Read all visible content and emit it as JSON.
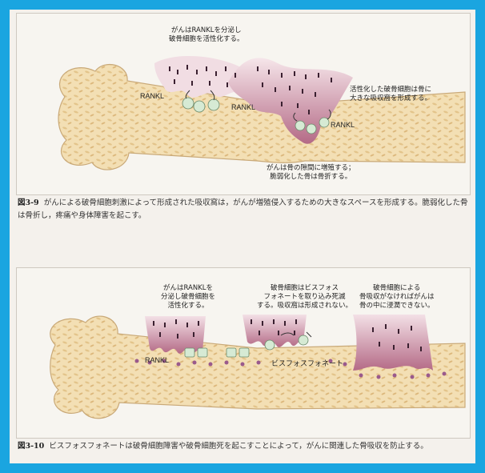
{
  "figure1": {
    "annotations": {
      "cancer_secretes": [
        "がんはRANKLを分泌し",
        "破骨細胞を活性化する。"
      ],
      "activated": [
        "活性化した破骨細胞は骨に",
        "大きな吸収窩を形成する。"
      ],
      "proliferate": [
        "がんは骨の隙間に増殖する；",
        "脆弱化した骨は骨折する。"
      ],
      "rankl_1": "RANKL",
      "rankl_2": "RANKL",
      "rankl_3": "RANKL"
    },
    "caption_number": "図3-9",
    "caption_text": "がんによる破骨細胞刺激によって形成された吸収窩は，がんが増殖侵入するための大きなスペースを形成する。脆弱化した骨は骨折し，疼痛や身体障害を起こす。"
  },
  "figure2": {
    "annotations": {
      "cancer_secretes": [
        "がんはRANKLを",
        "分泌し破骨細胞を",
        "活性化する。"
      ],
      "bisphosphonate_uptake": [
        "破骨細胞はビスフォス",
        "フォネートを取り込み死滅",
        "する。吸収窩は形成されない。"
      ],
      "no_resorption": [
        "破骨細胞による",
        "骨吸収がなければがんは",
        "骨の中に浸潤できない。"
      ],
      "rankl": "RANKL",
      "bisphosphonate": "ビスフォスフォネート"
    },
    "caption_number": "図3-10",
    "caption_text": "ビスフォスフォネートは破骨細胞障害や破骨細胞死を起こすことによって，がんに関連した骨吸収を防止する。"
  },
  "colors": {
    "frame": "#1aa5e0",
    "bone": "#f3dfb4",
    "bone_outline": "#c9a978",
    "tumor": "#c9869c",
    "tumor_light": "#ecd3da",
    "cell": "#d6ead4",
    "dot": "#9a5a8c"
  }
}
